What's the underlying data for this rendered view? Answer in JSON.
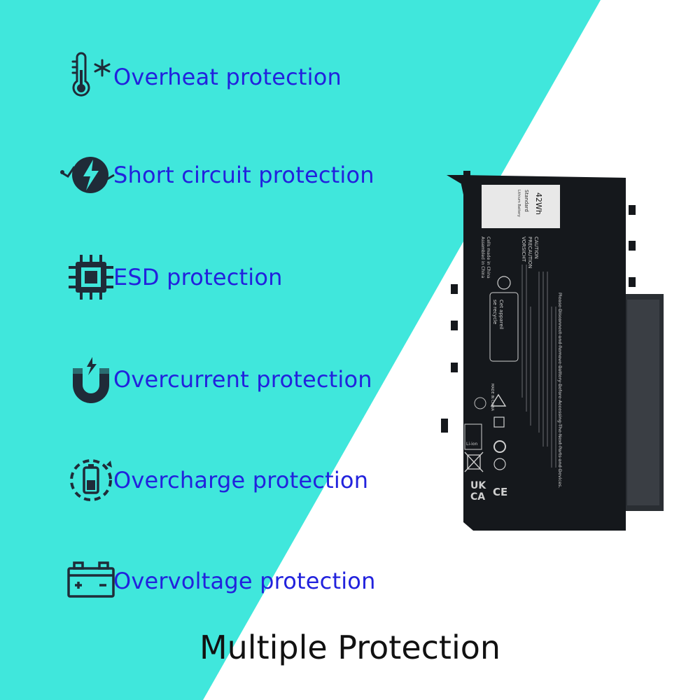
{
  "colors": {
    "background": "#ffffff",
    "panel": "#40e7dc",
    "label": "#2222dd",
    "icon": "#1f2b38",
    "title": "#111111",
    "battery": "#15181c"
  },
  "features": [
    {
      "icon": "thermometer-snowflake-icon",
      "label": "Overheat protection"
    },
    {
      "icon": "lightning-circuit-icon",
      "label": "Short circuit protection"
    },
    {
      "icon": "chip-icon",
      "label": "ESD protection"
    },
    {
      "icon": "magnet-lightning-icon",
      "label": "Overcurrent protection"
    },
    {
      "icon": "battery-charging-icon",
      "label": "Overcharge protection"
    },
    {
      "icon": "car-battery-icon",
      "label": "Overvoltage protection"
    }
  ],
  "title": "Multiple Protection",
  "battery": {
    "capacity": "42Wh",
    "type_line1": "Standard",
    "type_line2": "Lithium Battery",
    "caution": "CAUTION",
    "precaution": "PRECAUTION",
    "vorsicht": "VORSICHT",
    "cells_line1": "Cells made in China",
    "cells_line2": "Assembled in China",
    "notice": "Please Disconnect and Remove Battery Before Accessing The Next Parts and Devices.",
    "recycle_line1": "Cet appareil",
    "recycle_line2": "se recycle",
    "made_in": "MADE IN CHINA",
    "ukca_line1": "UK",
    "ukca_line2": "CA",
    "ce": "CE",
    "li_ion": "Li-ion"
  }
}
